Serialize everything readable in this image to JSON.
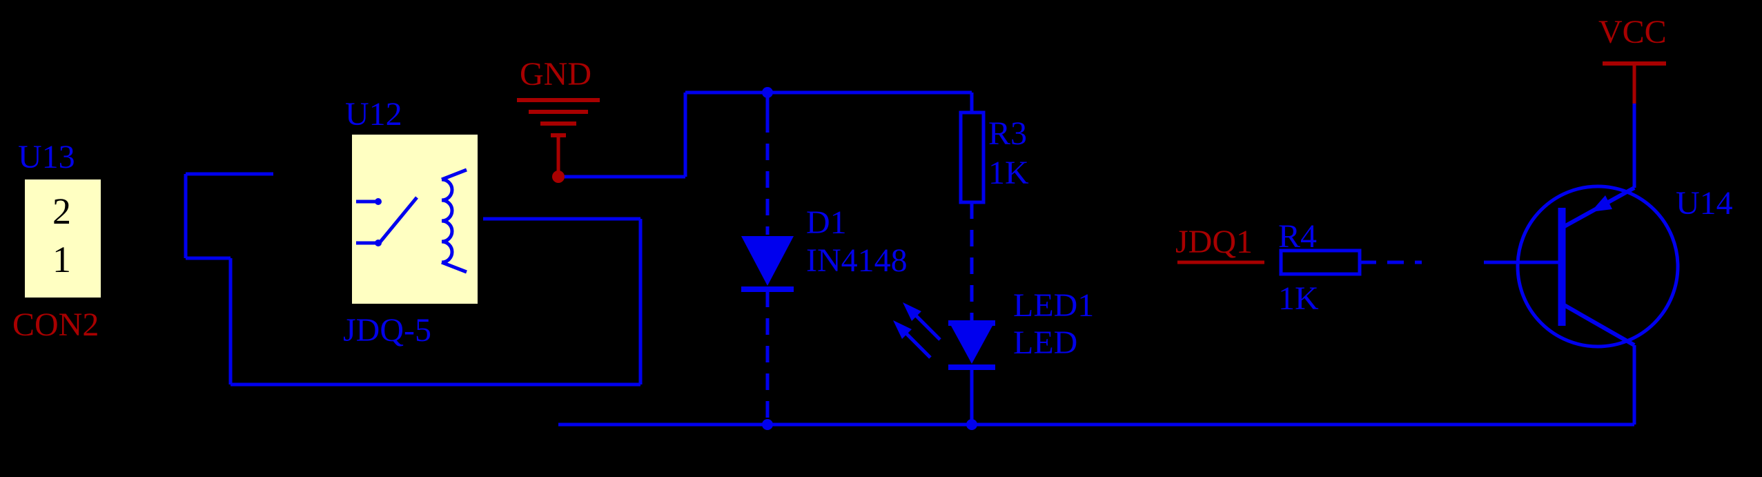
{
  "colors": {
    "background": "#000000",
    "wire_blue": "#0000EE",
    "label_blue": "#0202E8",
    "label_red": "#A80000",
    "component_fill": "#FFFFC2",
    "pin_text": "#000000"
  },
  "components": {
    "u13": {
      "designator": "U13",
      "part": "CON2",
      "pin_top": "2",
      "pin_bottom": "1"
    },
    "u12": {
      "designator": "U12",
      "part": "JDQ-5"
    },
    "d1": {
      "designator": "D1",
      "part": "IN4148"
    },
    "r3": {
      "designator": "R3",
      "value": "1K"
    },
    "led1": {
      "designator": "LED1",
      "part": "LED"
    },
    "r4": {
      "designator": "R4",
      "value": "1K"
    },
    "u14": {
      "designator": "U14"
    }
  },
  "nets": {
    "gnd": "GND",
    "vcc": "VCC",
    "jdq1": "JDQ1"
  }
}
